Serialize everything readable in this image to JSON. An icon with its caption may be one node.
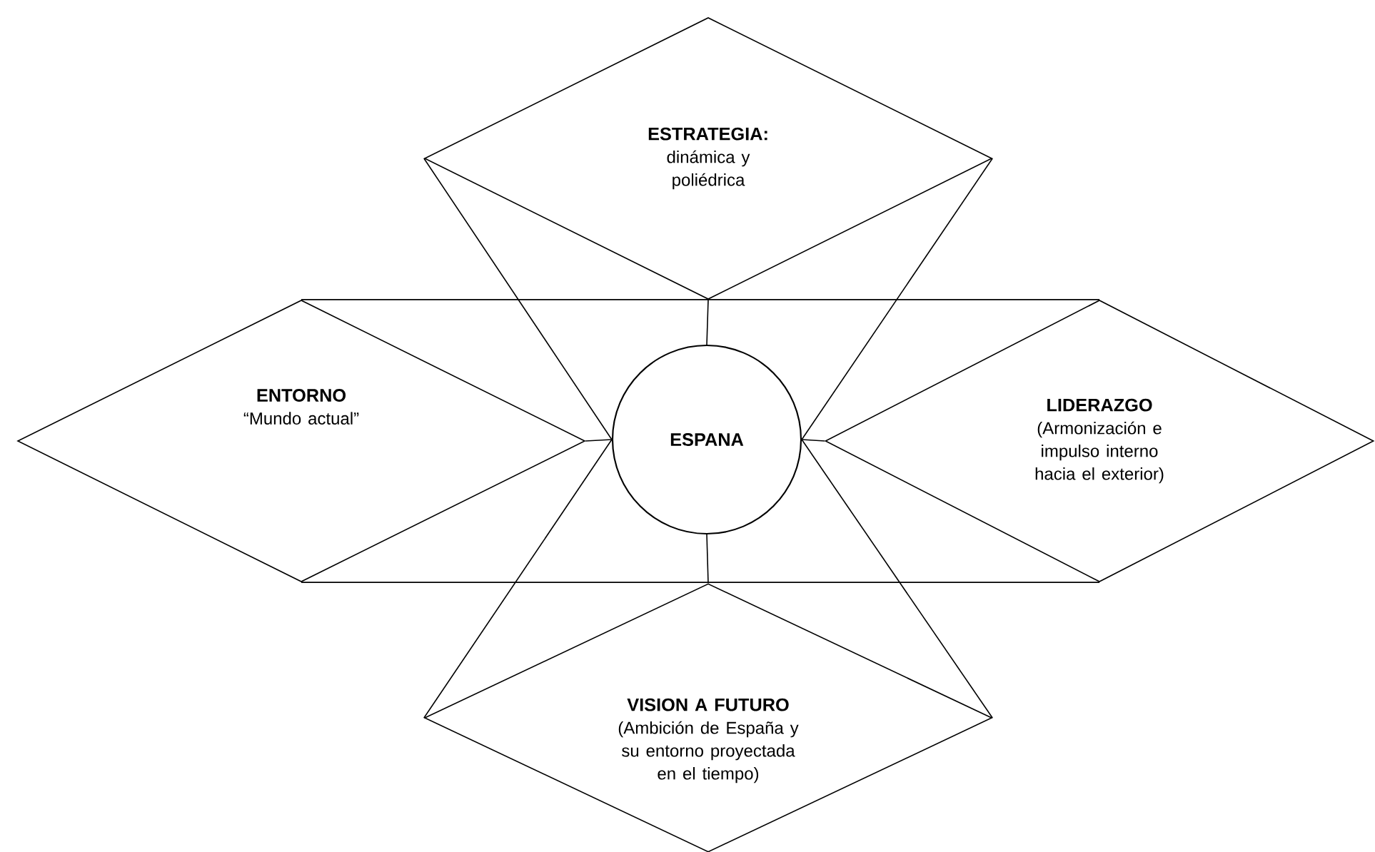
{
  "diagram": {
    "nodes": [
      {
        "text": [
          "ESTRATEGIA:",
          "dinámica y poliédrica"
        ]
      },
      {
        "text": [
          "ENTORNO",
          "“Mundo actual”"
        ]
      },
      {
        "text": [
          "ESPANA"
        ]
      },
      {
        "text": [
          "LIDERAZGO",
          "(Armonización e impulso interno hacia el exterior)"
        ]
      },
      {
        "text": [
          "VISION A FUTURO",
          "(Ambición de España y su entorno proyectada en el tiempo)"
        ]
      }
    ],
    "edges": [
      {
        "from": 0,
        "to": 2,
        "arrow": "none"
      },
      {
        "from": 0,
        "to": 2,
        "arrow": "none"
      },
      {
        "from": 0,
        "to": 2,
        "arrow": "none"
      },
      {
        "from": 1,
        "to": 2,
        "arrow": "none"
      },
      {
        "from": 2,
        "to": 3,
        "arrow": "none"
      },
      {
        "from": 2,
        "to": 4,
        "arrow": "none"
      },
      {
        "from": 4,
        "to": 2,
        "arrow": "none"
      },
      {
        "from": 4,
        "to": 2,
        "arrow": "none"
      },
      {
        "from": 1,
        "to": 3,
        "arrow": "none"
      },
      {
        "from": 1,
        "to": 3,
        "arrow": "none"
      }
    ]
  }
}
